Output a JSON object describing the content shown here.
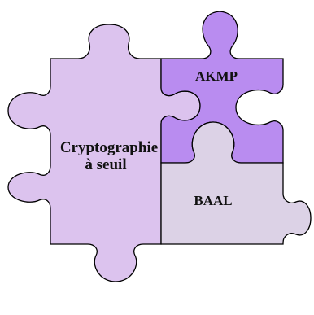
{
  "pieces": {
    "left": {
      "label_line1": "Cryptographie",
      "label_line2": "à seuil",
      "color": "#dcc3ee"
    },
    "akmp": {
      "label": "AKMP",
      "color": "#b98cf0"
    },
    "baal": {
      "label": "BAAL",
      "color": "#dcd2e6"
    }
  },
  "outline_color": "#000000"
}
